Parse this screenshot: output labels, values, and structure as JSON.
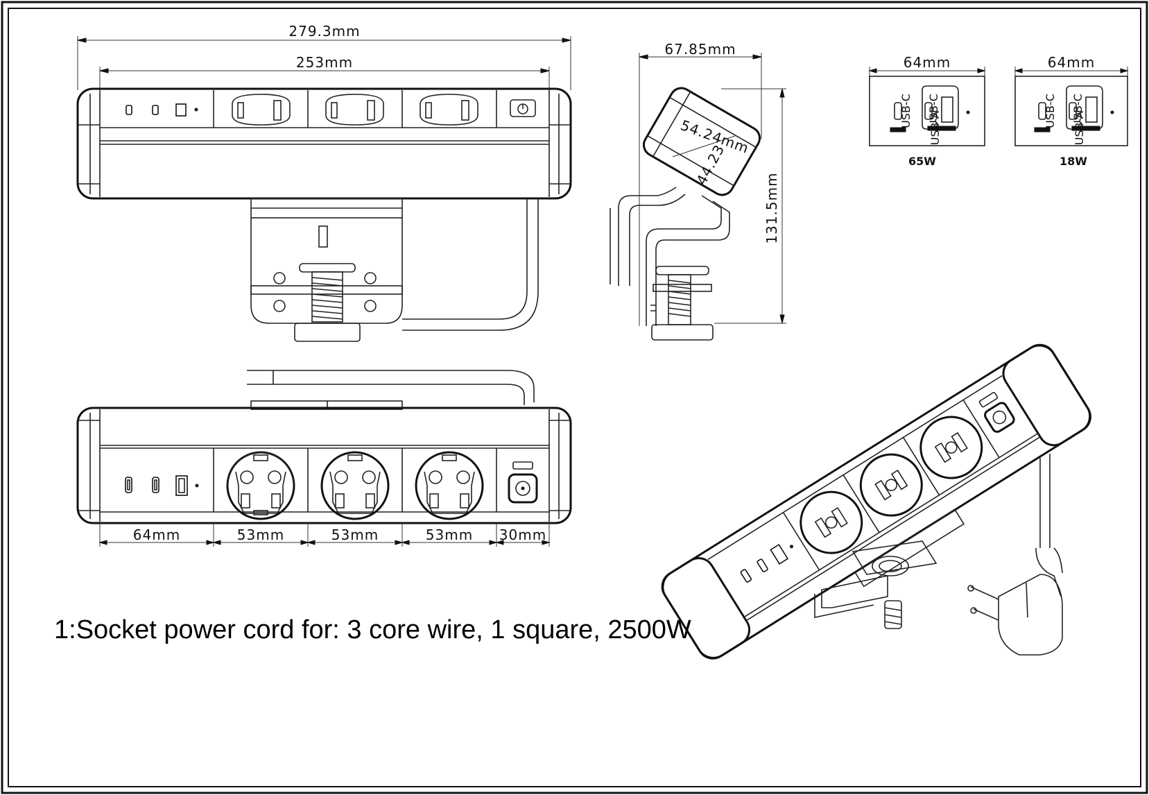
{
  "dimensions": {
    "total_width": "279.3mm",
    "inner_width": "253mm",
    "side_width": "67.85mm",
    "side_height": "131.5mm",
    "side_diag_1": "54.24mm",
    "side_diag_2": "44.23",
    "module_usb": "64mm",
    "module_socket_1": "53mm",
    "module_socket_2": "53mm",
    "module_socket_3": "53mm",
    "module_switch": "30mm"
  },
  "usb_modules": [
    {
      "width": "64mm",
      "power": "65W",
      "port_labels": [
        "USB-C",
        "USB-C",
        "USB-A"
      ]
    },
    {
      "width": "64mm",
      "power": "18W",
      "port_labels": [
        "USB-C",
        "USB-C",
        "USB-A"
      ]
    }
  ],
  "note": "1:Socket power cord for: 3 core wire, 1 square, 2500W"
}
